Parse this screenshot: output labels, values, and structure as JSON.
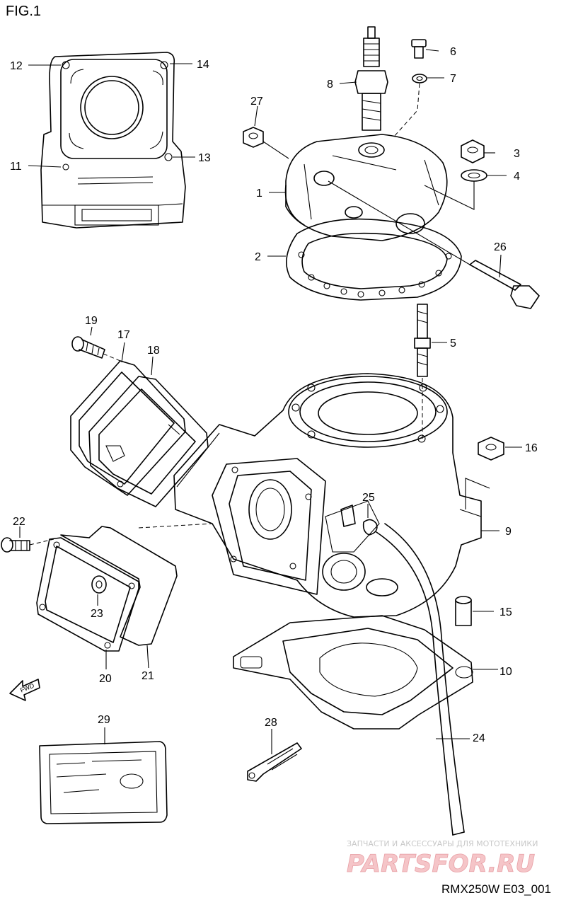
{
  "figure_title": "FIG.1",
  "diagram_code": "RMX250W E03_001",
  "fwd_label": "FWD",
  "watermark": {
    "tagline": "ЗАПЧАСТИ И АКСЕССУАРЫ ДЛЯ МОТОТЕХНИКИ",
    "logo": "PARTSFOR.RU"
  },
  "callouts": [
    "1",
    "2",
    "3",
    "4",
    "5",
    "6",
    "7",
    "8",
    "9",
    "10",
    "11",
    "12",
    "13",
    "14",
    "15",
    "16",
    "17",
    "18",
    "19",
    "20",
    "21",
    "22",
    "23",
    "24",
    "25",
    "26",
    "27",
    "28",
    "29"
  ]
}
